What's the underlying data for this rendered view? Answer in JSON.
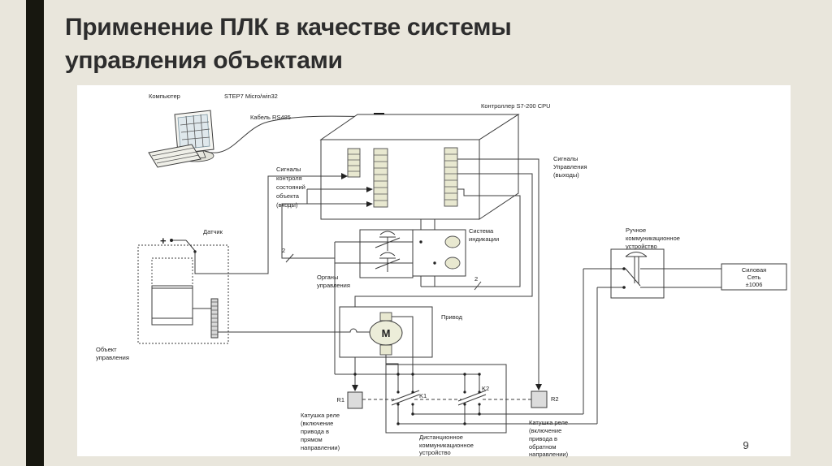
{
  "slide": {
    "title_line1": "Применение ПЛК в качестве системы",
    "title_line2": "управления объектами",
    "page_number": "9"
  },
  "colors": {
    "background": "#e9e6dc",
    "accent_bar": "#17170f",
    "panel": "#ffffff",
    "title_text": "#2d2d2d",
    "diagram_line": "#3b3b3b",
    "terminal_cell_fill": "#e8e8d0",
    "relay_fill": "#dcdcdc",
    "monitor_screen_fill": "#dfe8ec"
  },
  "diagram": {
    "computer_label": "Компьютер",
    "software_label": "STEP7 Micro/win32",
    "cable_label": "Кабель RS485",
    "controller_label": "Контроллер S7-200 CPU",
    "inputs_label": [
      "Сигналы",
      "контроля",
      "состояний",
      "объекта",
      "(входы)"
    ],
    "outputs_label": [
      "Сигналы",
      "Управления",
      "(выходы)"
    ],
    "sensor_label": "Датчик",
    "plus_label": "+",
    "object_label": [
      "Объект",
      "управления"
    ],
    "controls_label": [
      "Органы",
      "управления"
    ],
    "indication_label": [
      "Система",
      "индикации"
    ],
    "drive_label": "Привод",
    "motor_label": "M",
    "manual_device_label": [
      "Ручное",
      "коммуникационное",
      "устройство"
    ],
    "power_label": [
      "Силовая",
      "Сеть",
      "±1006"
    ],
    "relay1_label": "R1",
    "relay2_label": "R2",
    "contact1_label": "K1",
    "contact2_label": "K2",
    "relay1_caption": [
      "Катушка реле",
      "(включение",
      "привода в",
      "прямом",
      "направлении)"
    ],
    "remote_device_label": [
      "Дистанционное",
      "коммуникационное",
      "устройство"
    ],
    "relay2_caption": [
      "Катушка реле",
      "(включение",
      "привода в",
      "обратном",
      "направлении)"
    ],
    "wire_count_inputs": "2",
    "wire_count_indication": "2"
  }
}
